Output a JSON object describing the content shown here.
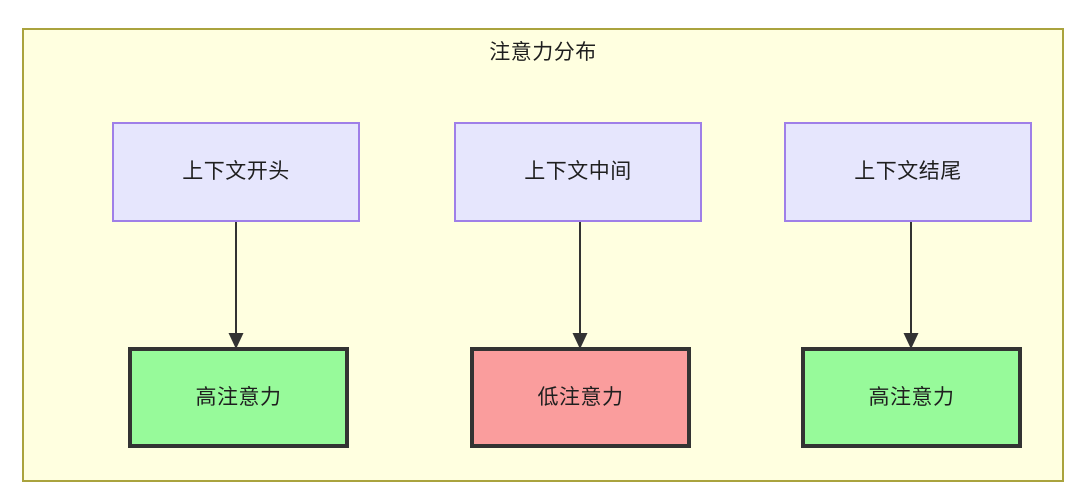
{
  "diagram": {
    "title": "注意力分布",
    "container": {
      "fill": "#ffffe0",
      "stroke": "#aaa33d"
    },
    "palette": {
      "source_fill": "#e6e6fd",
      "source_stroke": "#9f7fe8",
      "high_attention_fill": "#97fa9a",
      "low_attention_fill": "#fa9d9d",
      "result_stroke": "#333333",
      "edge_stroke": "#333333",
      "text": "#1f1f1f"
    },
    "columns": [
      {
        "source_label": "上下文开头",
        "result_label": "高注意力",
        "result_level": "high"
      },
      {
        "source_label": "上下文中间",
        "result_label": "低注意力",
        "result_level": "low"
      },
      {
        "source_label": "上下文结尾",
        "result_label": "高注意力",
        "result_level": "high"
      }
    ]
  }
}
